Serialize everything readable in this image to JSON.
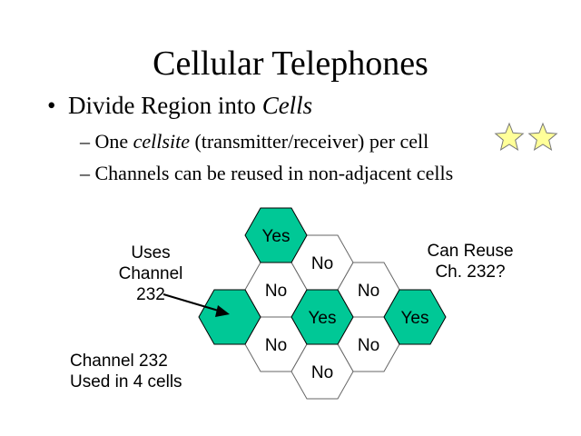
{
  "slide": {
    "title": "Cellular Telephones",
    "bullet": {
      "marker": "•",
      "text_before": "Divide Region into ",
      "text_italic": "Cells"
    },
    "sub_bullets": [
      {
        "marker": "–",
        "before": "One ",
        "italic": "cellsite",
        "after": " (transmitter/receiver) per cell"
      },
      {
        "marker": "–",
        "before": "Channels can be reused in non-adjacent cells",
        "italic": "",
        "after": ""
      }
    ],
    "uses_label": [
      "Uses",
      "Channel",
      "232"
    ],
    "reuse_label": [
      "Can Reuse",
      "Ch. 232?"
    ],
    "channel_note": [
      "Channel 232",
      "Used in 4 cells"
    ],
    "cells": [
      {
        "label": "Yes",
        "reuse": true
      },
      {
        "label": "No",
        "reuse": false
      },
      {
        "label": "No",
        "reuse": false
      },
      {
        "label": "No",
        "reuse": false
      },
      {
        "label": "",
        "reuse": true
      },
      {
        "label": "Yes",
        "reuse": true
      },
      {
        "label": "Yes",
        "reuse": true
      },
      {
        "label": "No",
        "reuse": false
      },
      {
        "label": "No",
        "reuse": false
      },
      {
        "label": "No",
        "reuse": false
      }
    ],
    "colors": {
      "green": "#00C896",
      "star": "#FFFF99"
    }
  }
}
